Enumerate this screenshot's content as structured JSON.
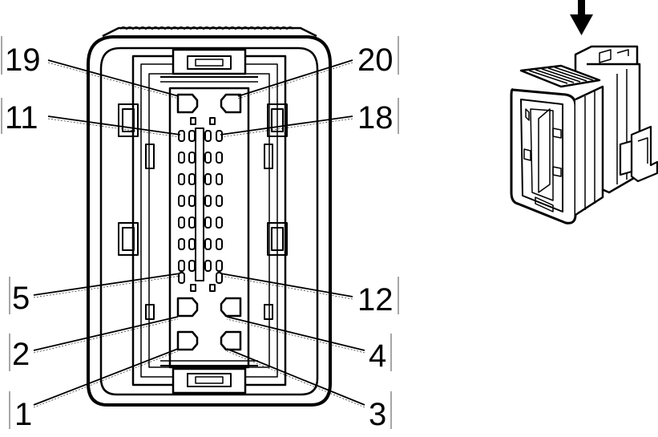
{
  "diagram": {
    "pin_labels": {
      "p19": "19",
      "p20": "20",
      "p11": "11",
      "p18": "18",
      "p5": "5",
      "p12": "12",
      "p2": "2",
      "p4": "4",
      "p1": "1",
      "p3": "3"
    },
    "insertion_arrow": "down-arrow-icon",
    "colors": {
      "line": "#000000",
      "background": "#ffffff",
      "shade": "#e6e6e6"
    }
  }
}
